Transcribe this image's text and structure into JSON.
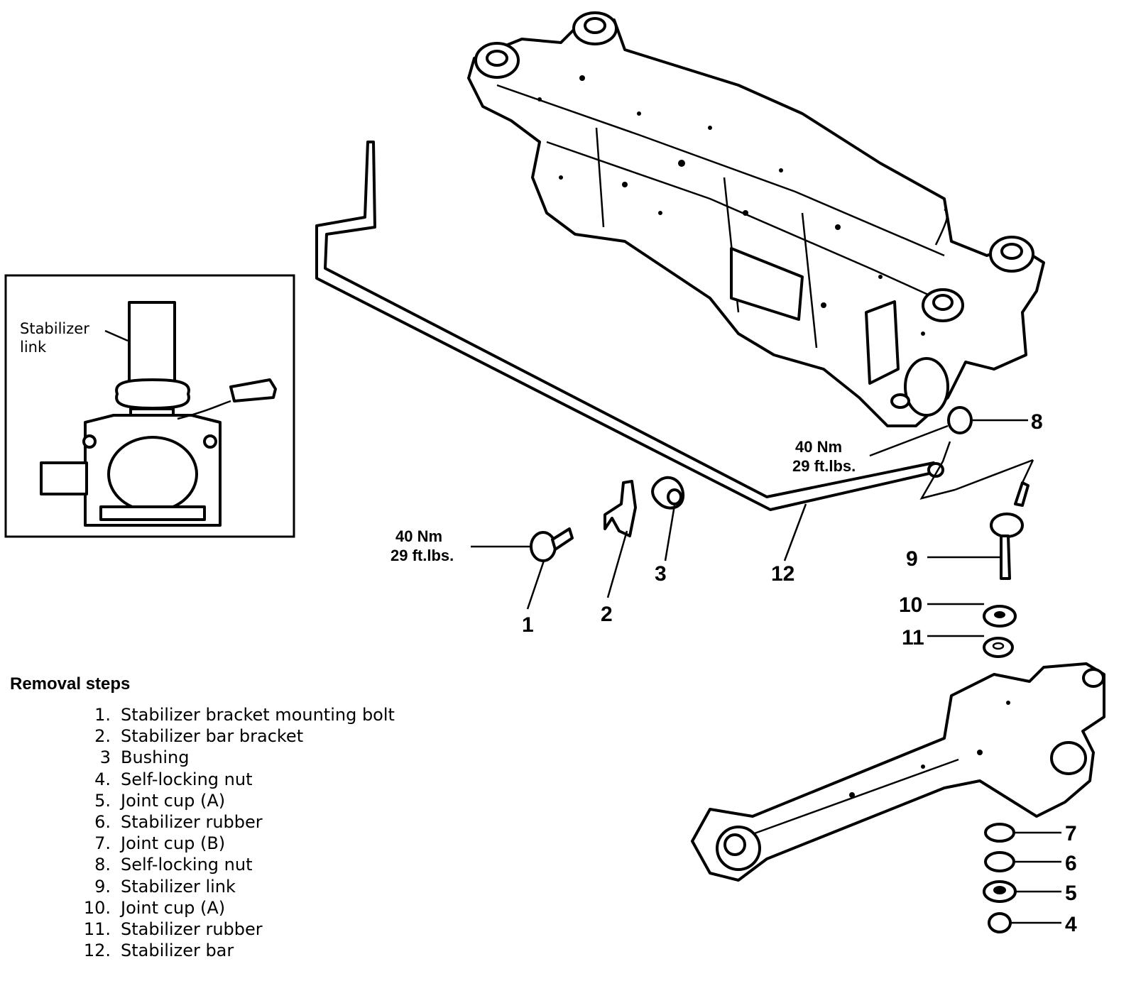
{
  "torque_upper": {
    "line1": "40 Nm",
    "line2": "29 ft.lbs."
  },
  "torque_lower": {
    "line1": "40 Nm",
    "line2": "29 ft.lbs."
  },
  "inset": {
    "label_line1": "Stabilizer",
    "label_line2": "link"
  },
  "callouts": {
    "c1": "1",
    "c2": "2",
    "c3": "3",
    "c4": "4",
    "c5": "5",
    "c6": "6",
    "c7": "7",
    "c8": "8",
    "c9": "9",
    "c10": "10",
    "c11": "11",
    "c12": "12"
  },
  "removal_steps": {
    "title": "Removal steps",
    "items": [
      {
        "num": "1.",
        "text": "Stabilizer bracket mounting bolt"
      },
      {
        "num": "2.",
        "text": "Stabilizer bar bracket"
      },
      {
        "num": "3",
        "text": "Bushing"
      },
      {
        "num": "4.",
        "text": "Self-locking nut"
      },
      {
        "num": "5.",
        "text": "Joint cup (A)"
      },
      {
        "num": "6.",
        "text": "Stabilizer rubber"
      },
      {
        "num": "7.",
        "text": "Joint cup (B)"
      },
      {
        "num": "8.",
        "text": "Self-locking nut"
      },
      {
        "num": "9.",
        "text": "Stabilizer link"
      },
      {
        "num": "10.",
        "text": "Joint cup (A)"
      },
      {
        "num": "11.",
        "text": "Stabilizer rubber"
      },
      {
        "num": "12.",
        "text": "Stabilizer bar"
      }
    ]
  }
}
